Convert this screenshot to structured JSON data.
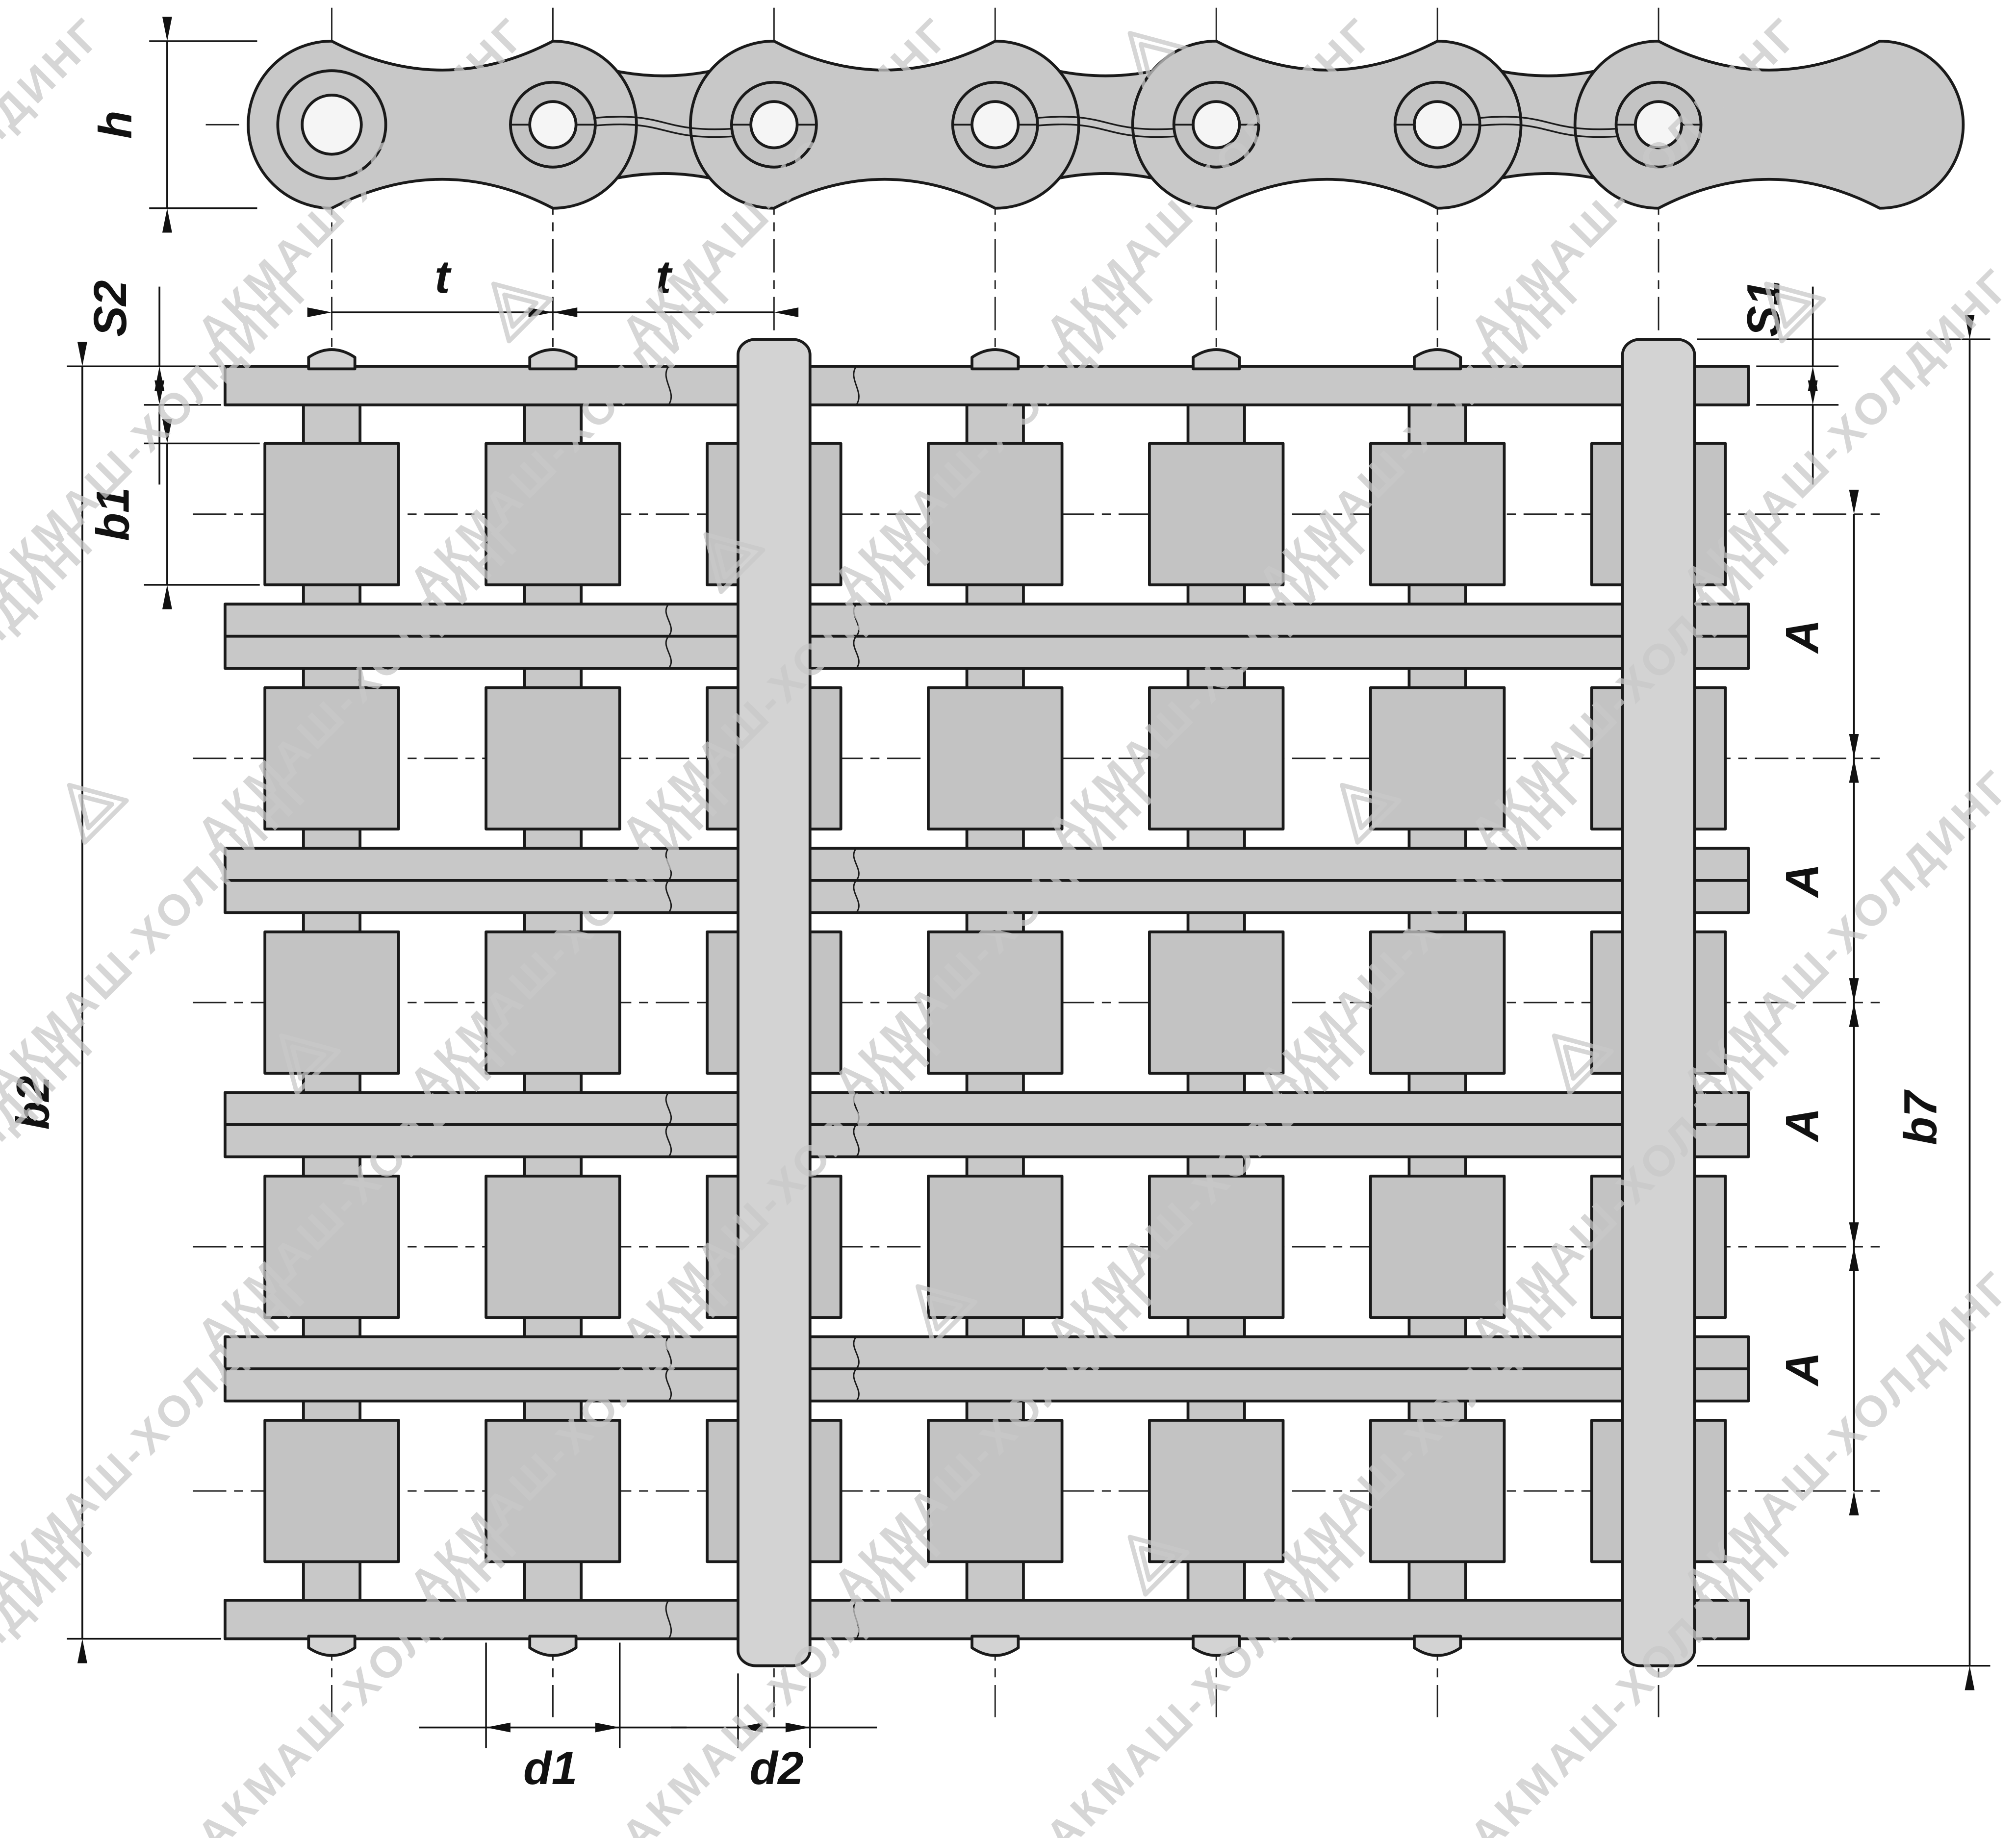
{
  "watermark": {
    "text": "АКМАШ-ХОЛДИНГ"
  },
  "labels": {
    "h": "h",
    "t": "t",
    "s2": "S2",
    "s1": "S1",
    "b1": "b1",
    "b2": "b2",
    "b7": "b7",
    "a": "A",
    "d1": "d1",
    "d2": "d2"
  },
  "drawing_colors": {
    "part_fill": "#c8c8c8",
    "pin_fill": "#d3d3d3",
    "line": "#1a1a1a",
    "watermark": "#c9c9c9"
  }
}
